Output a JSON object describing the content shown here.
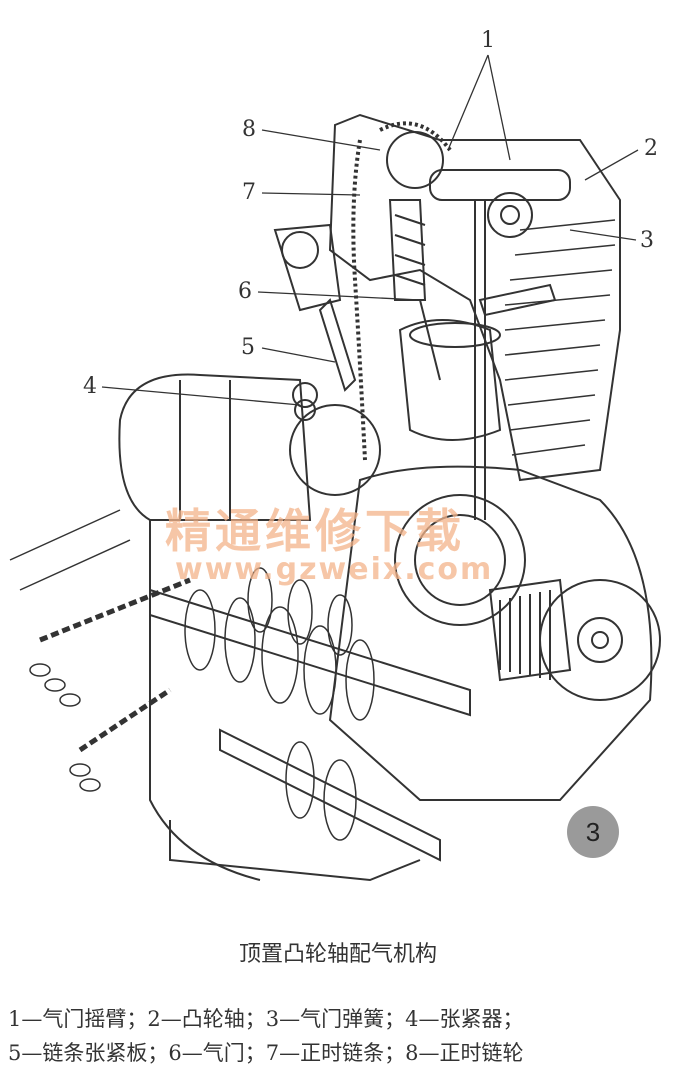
{
  "figure": {
    "callouts": [
      "1",
      "2",
      "3",
      "4",
      "5",
      "6",
      "7",
      "8"
    ],
    "badge": "3",
    "watermark": {
      "title": "精通维修下载",
      "url": "www.gzweix.com"
    },
    "caption": "顶置凸轮轴配气机构",
    "legend_line1": "1—气门摇臂；2—凸轮轴；3—气门弹簧；4—张紧器；",
    "legend_line2": "5—链条张紧板；6—气门；7—正时链条；8—正时链轮"
  }
}
